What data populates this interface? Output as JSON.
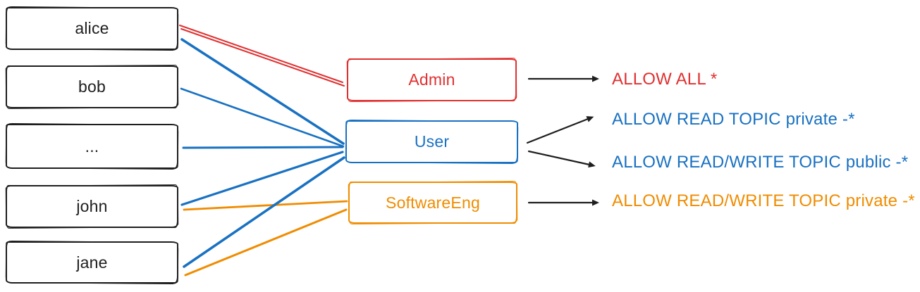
{
  "palette": {
    "black": "#1e1e1e",
    "red": "#e03131",
    "blue": "#1971c2",
    "orange": "#f08c00",
    "background": "#ffffff"
  },
  "users": [
    {
      "label": "alice"
    },
    {
      "label": "bob"
    },
    {
      "label": "..."
    },
    {
      "label": "john"
    },
    {
      "label": "jane"
    }
  ],
  "roles": [
    {
      "label": "Admin",
      "color": "#e03131"
    },
    {
      "label": "User",
      "color": "#1971c2"
    },
    {
      "label": "SoftwareEng",
      "color": "#f08c00"
    }
  ],
  "permissions": [
    {
      "label": "ALLOW ALL *",
      "color": "#e03131"
    },
    {
      "label": "ALLOW READ TOPIC private -*",
      "color": "#1971c2"
    },
    {
      "label": "ALLOW READ/WRITE TOPIC public -*",
      "color": "#1971c2"
    },
    {
      "label": "ALLOW READ/WRITE TOPIC private -*",
      "color": "#f08c00"
    }
  ],
  "edges": [
    {
      "id": "alice-admin",
      "from": "alice",
      "to": "Admin",
      "color": "#e03131"
    },
    {
      "id": "alice-user",
      "from": "alice",
      "to": "User",
      "color": "#1971c2"
    },
    {
      "id": "bob-user",
      "from": "bob",
      "to": "User",
      "color": "#1971c2"
    },
    {
      "id": "dots-user",
      "from": "...",
      "to": "User",
      "color": "#1971c2"
    },
    {
      "id": "john-user",
      "from": "john",
      "to": "User",
      "color": "#1971c2"
    },
    {
      "id": "john-softwareeng",
      "from": "john",
      "to": "SoftwareEng",
      "color": "#f08c00"
    },
    {
      "id": "jane-user",
      "from": "jane",
      "to": "User",
      "color": "#1971c2"
    },
    {
      "id": "jane-softwareeng",
      "from": "jane",
      "to": "SoftwareEng",
      "color": "#f08c00"
    }
  ],
  "arrows": [
    {
      "id": "admin-to-allow-all",
      "from": "Admin",
      "to": "ALLOW ALL *",
      "color": "#1e1e1e"
    },
    {
      "id": "user-to-read-private",
      "from": "User",
      "to": "ALLOW READ TOPIC private -*",
      "color": "#1e1e1e"
    },
    {
      "id": "user-to-readwrite-public",
      "from": "User",
      "to": "ALLOW READ/WRITE TOPIC public -*",
      "color": "#1e1e1e"
    },
    {
      "id": "softwareeng-to-readwrite-private",
      "from": "SoftwareEng",
      "to": "ALLOW READ/WRITE TOPIC private -*",
      "color": "#1e1e1e"
    }
  ]
}
